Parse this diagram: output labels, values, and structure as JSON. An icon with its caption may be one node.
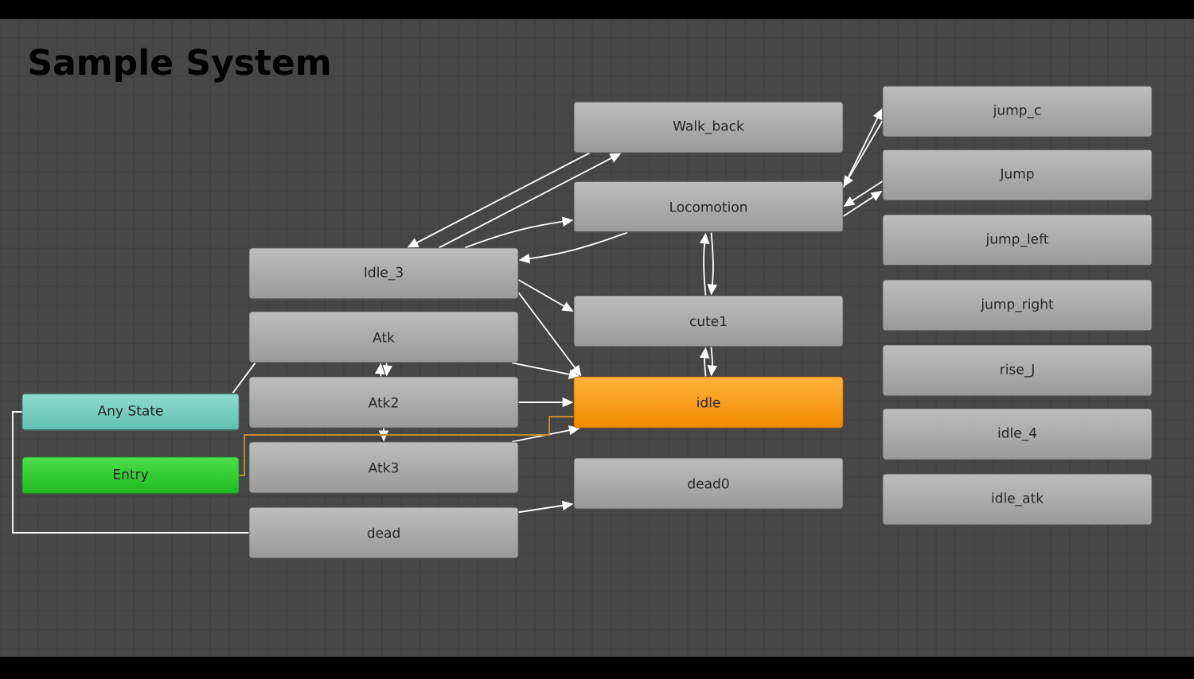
{
  "diagram": {
    "title": "Sample System",
    "nodes": [
      {
        "text": [
          "Any State"
        ]
      },
      {
        "text": [
          "Entry"
        ]
      },
      {
        "text": [
          "Idle_3"
        ]
      },
      {
        "text": [
          "Atk"
        ]
      },
      {
        "text": [
          "Atk2"
        ]
      },
      {
        "text": [
          "Atk3"
        ]
      },
      {
        "text": [
          "dead"
        ]
      },
      {
        "text": [
          "Walk_back"
        ]
      },
      {
        "text": [
          "Locomotion"
        ]
      },
      {
        "text": [
          "cute1"
        ]
      },
      {
        "text": [
          "idle"
        ]
      },
      {
        "text": [
          "dead0"
        ]
      },
      {
        "text": [
          "jump_c"
        ]
      },
      {
        "text": [
          "Jump"
        ]
      },
      {
        "text": [
          "jump_left"
        ]
      },
      {
        "text": [
          "jump_right"
        ]
      },
      {
        "text": [
          "rise_J"
        ]
      },
      {
        "text": [
          "idle_4"
        ]
      },
      {
        "text": [
          "idle_atk"
        ]
      }
    ],
    "edges": [
      {
        "from": 7,
        "to": 2,
        "arrow": "to"
      },
      {
        "from": 2,
        "to": 7,
        "arrow": "to"
      },
      {
        "from": 8,
        "to": 2,
        "arrow": "to"
      },
      {
        "from": 2,
        "to": 8,
        "arrow": "to"
      },
      {
        "from": 8,
        "to": 9,
        "arrow": "to"
      },
      {
        "from": 9,
        "to": 8,
        "arrow": "to"
      },
      {
        "from": 9,
        "to": 10,
        "arrow": "to"
      },
      {
        "from": 10,
        "to": 9,
        "arrow": "to"
      },
      {
        "from": 12,
        "to": 8,
        "arrow": "to"
      },
      {
        "from": 8,
        "to": 12,
        "arrow": "to"
      },
      {
        "from": 13,
        "to": 8,
        "arrow": "to"
      },
      {
        "from": 8,
        "to": 13,
        "arrow": "to"
      },
      {
        "from": 2,
        "to": 9,
        "arrow": "to"
      },
      {
        "from": 2,
        "to": 10,
        "arrow": "to"
      },
      {
        "from": 3,
        "to": 10,
        "arrow": "to"
      },
      {
        "from": 4,
        "to": 10,
        "arrow": "to"
      },
      {
        "from": 5,
        "to": 10,
        "arrow": "to"
      },
      {
        "from": 3,
        "to": 4,
        "arrow": "to"
      },
      {
        "from": 4,
        "to": 3,
        "arrow": "to"
      },
      {
        "from": 4,
        "to": 5,
        "arrow": "to"
      },
      {
        "from": 6,
        "to": 11,
        "arrow": "to"
      },
      {
        "from": 0,
        "to": 3,
        "arrow": "none"
      },
      {
        "from": 0,
        "to": 6,
        "arrow": "none"
      },
      {
        "from": 1,
        "to": 10,
        "arrow": "none",
        "color": "#c8892a"
      }
    ]
  }
}
